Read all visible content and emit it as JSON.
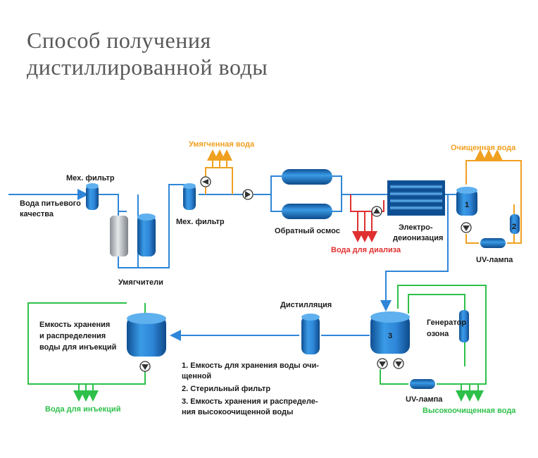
{
  "title": {
    "line1": "Способ получения",
    "line2": "дистиллированной воды"
  },
  "labels": {
    "inlet_line1": "Вода питьевого",
    "inlet_line2": "качества",
    "mech_filter_1": "Мех. фильтр",
    "mech_filter_2": "Мех. фильтр",
    "softeners": "Умягчители",
    "softened_water": "Умягченная вода",
    "reverse_osmosis": "Обратный осмос",
    "dialysis_water": "Вода для диализа",
    "edi_line1": "Электро-",
    "edi_line2": "деионизация",
    "purified_water": "Очищенная вода",
    "tank_1": "1",
    "tank_2": "2",
    "uv_lamp_1": "UV-лампа",
    "distillation": "Дистилляция",
    "ozone_line1": "Генератор",
    "ozone_line2": "озона",
    "tank_3": "3",
    "uv_lamp_2": "UV-лампа",
    "high_purified_water": "Высокоочищенная вода",
    "storage_line1": "Емкость хранения",
    "storage_line2": "и распределения",
    "storage_line3": "воды для инъекций",
    "injection_water": "Вода для инъекций"
  },
  "legend": [
    "1. Емкость для хранения воды очи-",
    "щенной",
    "2. Стерильный фильтр",
    "3. Емкость хранения и распределе-",
    "ния высокоочищенной воды"
  ],
  "colors": {
    "pipe_blue": "#2f86d8",
    "pipe_green": "#2ec04a",
    "pipe_orange": "#f0a020",
    "pipe_red": "#e03030",
    "vessel_blue": "#1f78c8",
    "title_gray": "#595959"
  }
}
